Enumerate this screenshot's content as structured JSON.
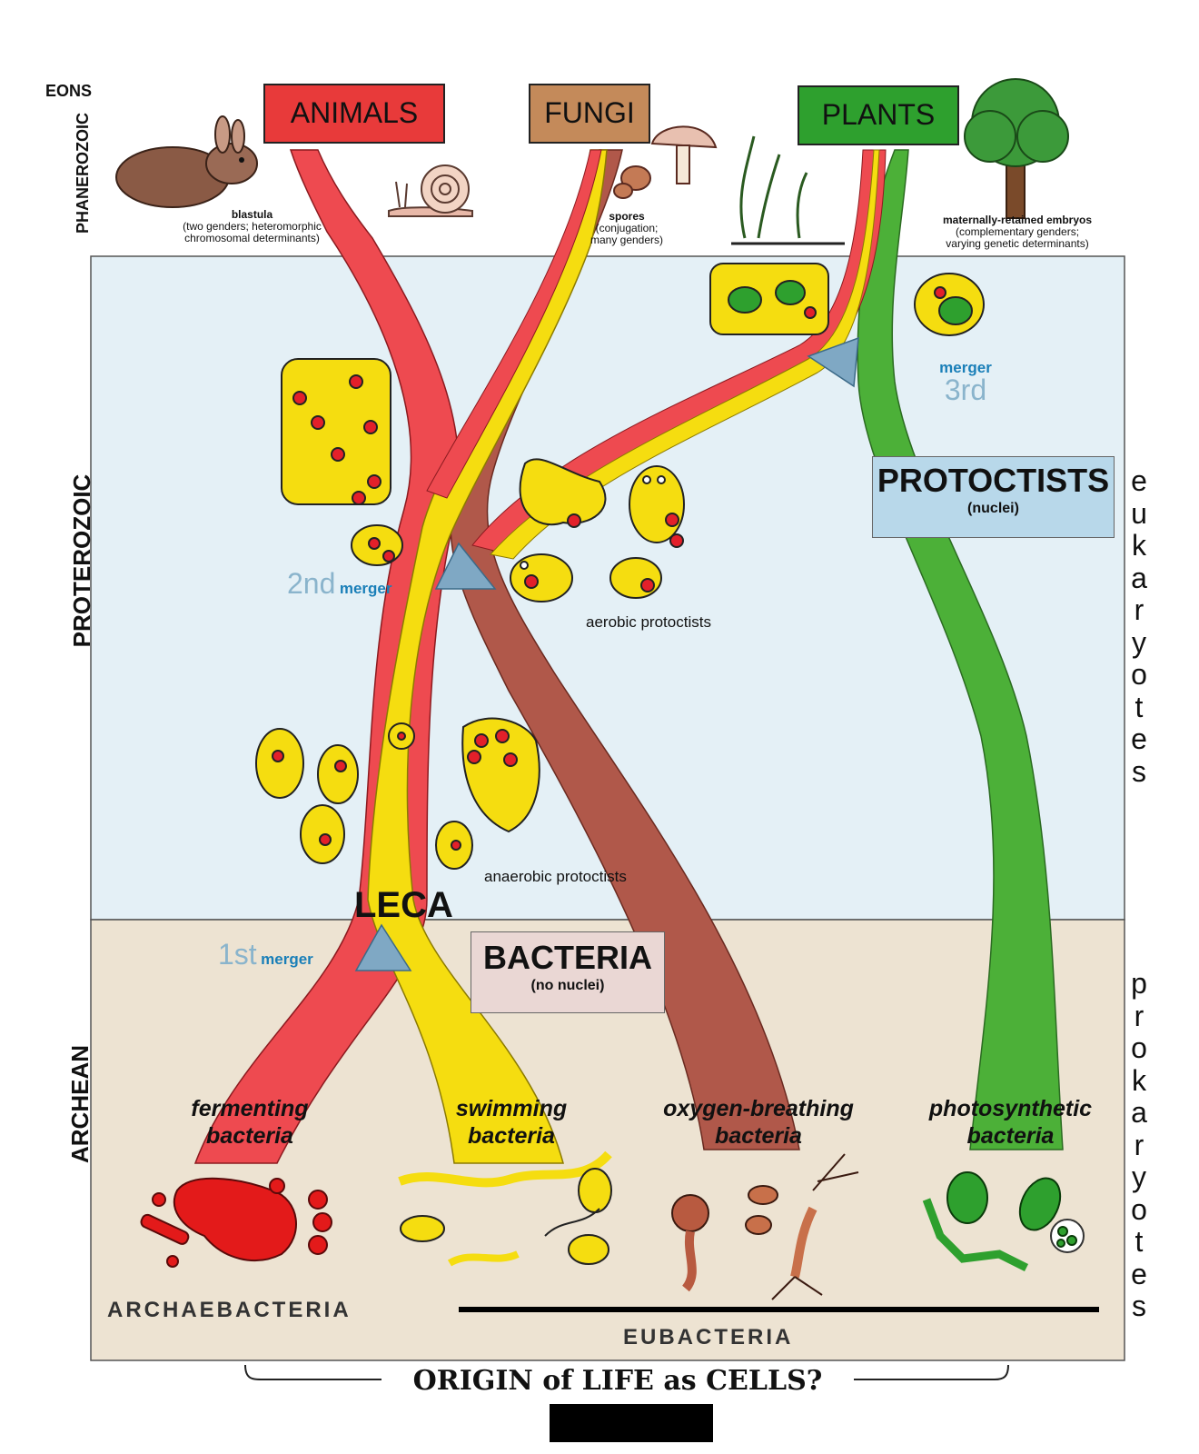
{
  "eons": {
    "header": "EONS",
    "phanerozoic": "PHANEROZOIC",
    "proterozoic": "PROTEROZOIC",
    "archean": "ARCHEAN"
  },
  "kingdoms": {
    "animals": "ANIMALS",
    "fungi": "FUNGI",
    "plants": "PLANTS"
  },
  "notes": {
    "blastula_title": "blastula",
    "blastula_line1": "(two genders; heteromorphic",
    "blastula_line2": "chromosomal determinants)",
    "spores_title": "spores",
    "spores_line1": "(conjugation;",
    "spores_line2": "many genders)",
    "embryos_title": "maternally-retained embryos",
    "embryos_line1": "(complementary genders;",
    "embryos_line2": "varying genetic determinants)"
  },
  "protoctists": {
    "title": "PROTOCTISTS",
    "subtitle": "(nuclei)"
  },
  "bacteria": {
    "title": "BACTERIA",
    "subtitle": "(no nuclei)"
  },
  "mergers": {
    "first_num": "1st",
    "second_num": "2nd",
    "third_num": "3rd",
    "word": "merger"
  },
  "leca": "LECA",
  "labels": {
    "aerobic": "aerobic protoctists",
    "anaerobic": "anaerobic protoctists"
  },
  "bacteria_types": {
    "fermenting_1": "fermenting",
    "fermenting_2": "bacteria",
    "swimming_1": "swimming",
    "swimming_2": "bacteria",
    "oxygen_1": "oxygen-breathing",
    "oxygen_2": "bacteria",
    "photo_1": "photosynthetic",
    "photo_2": "bacteria"
  },
  "side": {
    "eukaryotes": [
      "e",
      "u",
      "k",
      "a",
      "r",
      "y",
      "o",
      "t",
      "e",
      "s"
    ],
    "prokaryotes": [
      "p",
      "r",
      "o",
      "k",
      "a",
      "r",
      "y",
      "o",
      "t",
      "e",
      "s"
    ]
  },
  "footer": {
    "archaebacteria": "ARCHAEBACTERIA",
    "eubacteria": "EUBACTERIA",
    "origin": "ORIGIN of LIFE as CELLS?"
  },
  "colors": {
    "animals": "#e83a3a",
    "fungi": "#c48a5a",
    "plants": "#2ea02e",
    "red_lineage": "#ee4a50",
    "yellow_lineage": "#f5dd10",
    "brown_lineage": "#b0584a",
    "green_lineage": "#4cb038",
    "proterozoic_bg": "#e4f0f6",
    "archean_bg": "#ede3d2",
    "merger_triangle": "#7fa8c4"
  }
}
